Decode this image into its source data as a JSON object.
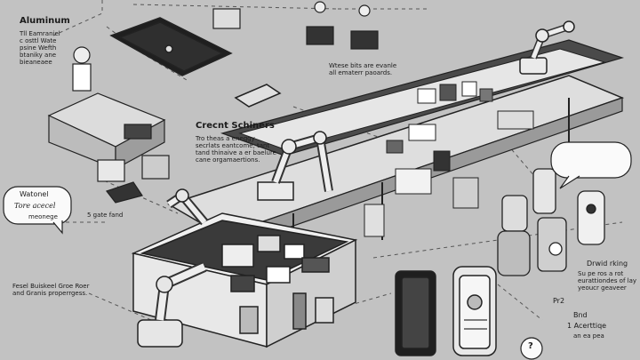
{
  "labels": {
    "top_left_title": "Aluminum",
    "top_left_body": "Tll Eamraniel\nc osttl Wate\npsine Wefth\nbtaniky ane\nbieaneaee",
    "center_note": "Wtese bits are evanle\nall ematerr paoards.",
    "center_title": "Crecnt Schiners",
    "center_body": "Tro theas a eneqgy\nsecrlats eantcome, tant\ntand thinaive a er baelure\ncane orgamaertions.",
    "bubble_line1": "Watonel",
    "bubble_line2": "Tore acecel",
    "bubble_line3": "meonege",
    "small_label": "5 gate fand",
    "bottom_left": "Fesel Buiskeel Groe Roer\nand Granis properrgess.",
    "right_title": "Drwid rking",
    "right_body": "Su pe ros a rot\neurattiondes of lay\nyeoucr geaveer",
    "bottom_right_title": "Bnd",
    "bottom_right_body": "1 Acerttiqe",
    "bottom_right_small": "an ea pea",
    "right_badge": "Pr2",
    "question_mark": "?"
  },
  "colors": {
    "background": "#c2c2c2",
    "ink": "#1a1a1a",
    "surface": "#e8e8e8",
    "shadow": "#8a8a8a",
    "dark": "#2b2b2b"
  }
}
